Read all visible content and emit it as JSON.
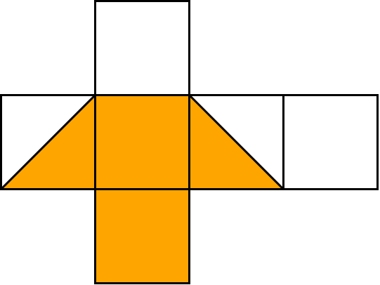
{
  "diagram": {
    "kind": "cube net",
    "colors": {
      "background": "#ffffff",
      "outline": "#000000",
      "fill": "#ffa500"
    },
    "faces": [
      {
        "id": "top",
        "row": 0,
        "col": 1,
        "shading": "empty"
      },
      {
        "id": "left",
        "row": 1,
        "col": 0,
        "shading": "lower-right-triangle"
      },
      {
        "id": "center",
        "row": 1,
        "col": 1,
        "shading": "full"
      },
      {
        "id": "right",
        "row": 1,
        "col": 2,
        "shading": "lower-left-triangle"
      },
      {
        "id": "far-right",
        "row": 1,
        "col": 3,
        "shading": "empty"
      },
      {
        "id": "bottom",
        "row": 2,
        "col": 1,
        "shading": "full"
      }
    ]
  }
}
